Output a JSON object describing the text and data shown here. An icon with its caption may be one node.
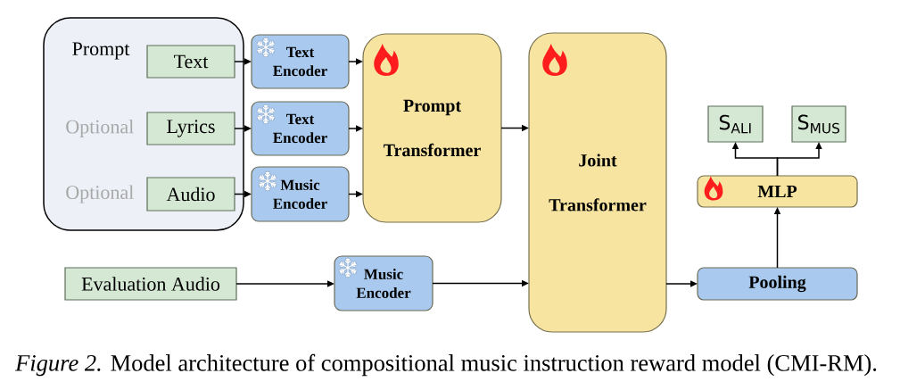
{
  "diagram": {
    "nodes": [
      {
        "text": [
          "Prompt"
        ]
      },
      {
        "text": [
          "Text"
        ],
        "in": 0
      },
      {
        "text": [
          "Lyrics"
        ],
        "in": 0,
        "beside": [
          "Optional"
        ]
      },
      {
        "text": [
          "Audio"
        ],
        "in": 0,
        "beside": [
          "Optional"
        ]
      },
      {
        "text": [
          "Text Encoder"
        ]
      },
      {
        "text": [
          "Text Encoder"
        ]
      },
      {
        "text": [
          "Music Encoder"
        ]
      },
      {
        "text": [
          "Prompt Transformer"
        ]
      },
      {
        "text": [
          "Joint Transformer"
        ]
      },
      {
        "text": [
          "Evaluation Audio"
        ]
      },
      {
        "text": [
          "Music Encoder"
        ]
      },
      {
        "text": [
          "Pooling"
        ]
      },
      {
        "text": [
          "MLP"
        ]
      },
      {
        "text": [
          "S$_{ALI}$"
        ]
      },
      {
        "text": [
          "S$_{MUS}$"
        ]
      }
    ],
    "edges": [
      {
        "from": 1,
        "to": 4,
        "arrow": "to"
      },
      {
        "from": 2,
        "to": 5,
        "arrow": "to"
      },
      {
        "from": 3,
        "to": 6,
        "arrow": "to"
      },
      {
        "from": 4,
        "to": 7,
        "arrow": "to"
      },
      {
        "from": 5,
        "to": 7,
        "arrow": "to"
      },
      {
        "from": 6,
        "to": 7,
        "arrow": "to"
      },
      {
        "from": 7,
        "to": 8,
        "arrow": "to"
      },
      {
        "from": 9,
        "to": 10,
        "arrow": "to"
      },
      {
        "from": 10,
        "to": 8,
        "arrow": "to"
      },
      {
        "from": 8,
        "to": 11,
        "arrow": "to"
      },
      {
        "from": 11,
        "to": 12,
        "arrow": "to"
      },
      {
        "from": 12,
        "to": 13,
        "arrow": "to"
      },
      {
        "from": 12,
        "to": 14,
        "arrow": "to"
      }
    ],
    "caption": "*Figure 2.* Model architecture of compositional music instruction reward model (CMI-RM)."
  }
}
